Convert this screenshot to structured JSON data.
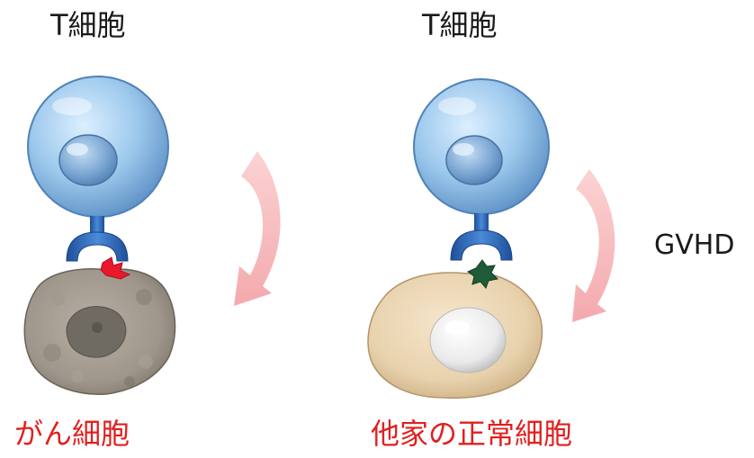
{
  "left_panel": {
    "t_cell_label": "T細胞",
    "target_label": "がん細胞",
    "target_label_color": "#e02020",
    "antigen_color": "#e8192c",
    "target_cell_color": "#9e968a"
  },
  "right_panel": {
    "t_cell_label": "T細胞",
    "target_label": "他家の正常細胞",
    "target_label_color": "#e02020",
    "antigen_color": "#1e5b36",
    "target_cell_color": "#e8d2ad",
    "reaction_label": "GVHD"
  },
  "colors": {
    "t_cell": "#9cc8ec",
    "nucleus": "#7da8d4",
    "receptor": "#2e6fc0",
    "arrow": "#f6b9bb"
  }
}
